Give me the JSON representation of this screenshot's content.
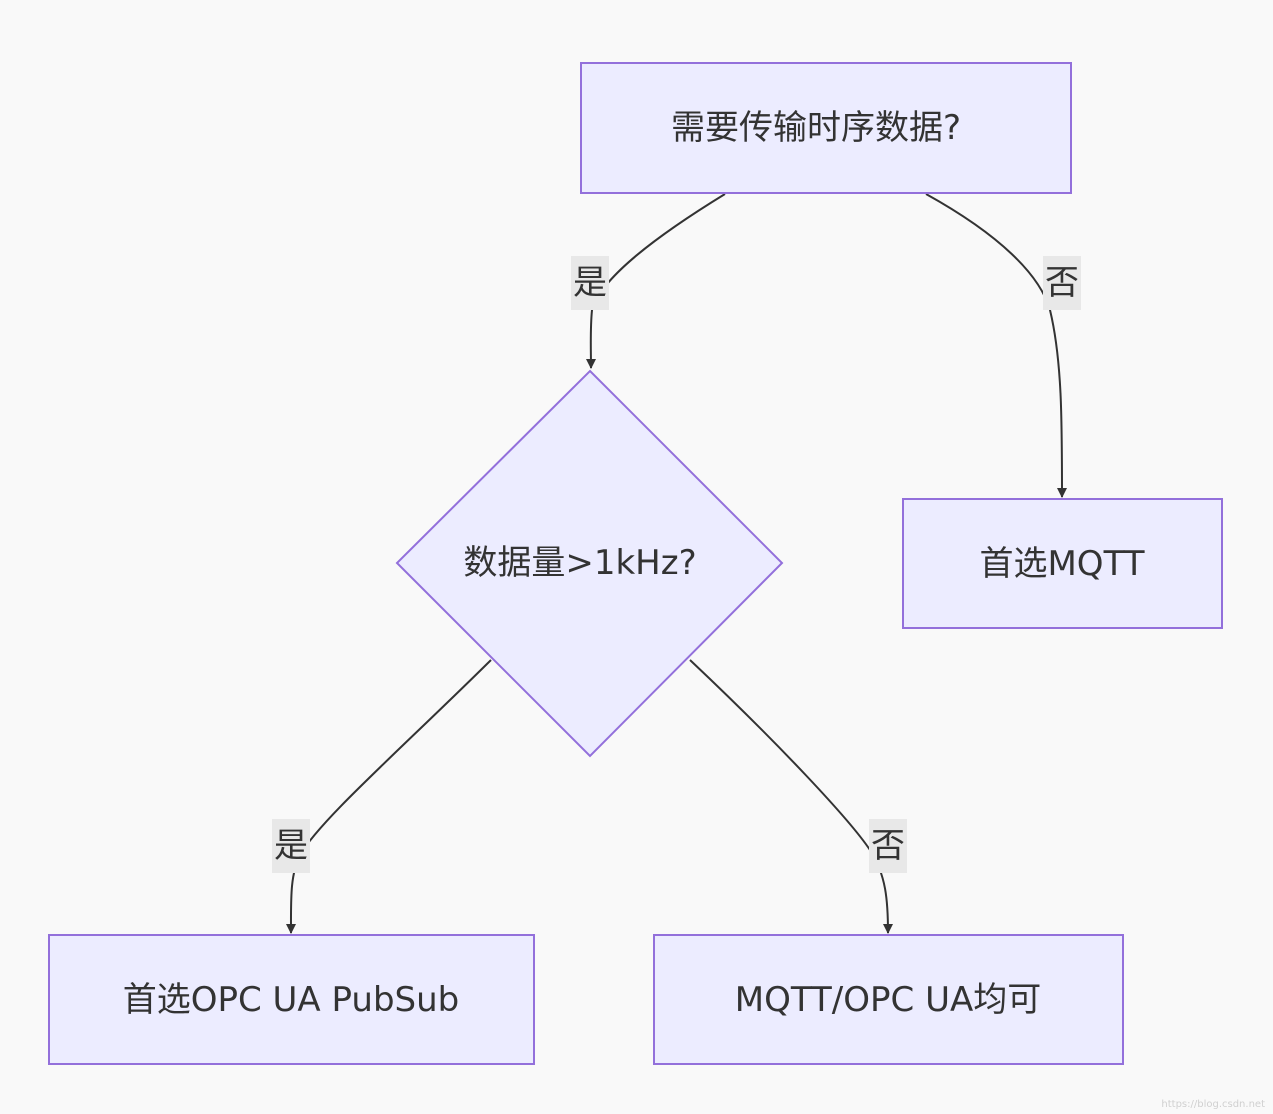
{
  "diagram": {
    "nodes": {
      "start": {
        "label": "需要传输时序数据?"
      },
      "decision": {
        "label": "数据量>1kHz?"
      },
      "mqtt": {
        "label": "首选MQTT"
      },
      "opcua_pubsub": {
        "label": "首选OPC UA PubSub"
      },
      "either": {
        "label": "MQTT/OPC UA均可"
      }
    },
    "edges": {
      "start_to_decision": {
        "label": "是"
      },
      "start_to_mqtt": {
        "label": "否"
      },
      "decision_to_pubsub": {
        "label": "是"
      },
      "decision_to_either": {
        "label": "否"
      }
    }
  },
  "colors": {
    "background": "#f9f9f9",
    "node_fill": "#ececff",
    "node_stroke": "#9370db",
    "edge": "#333333",
    "label_bg": "#e8e8e8",
    "text": "#333333"
  },
  "watermark": "https://blog.csdn.net"
}
